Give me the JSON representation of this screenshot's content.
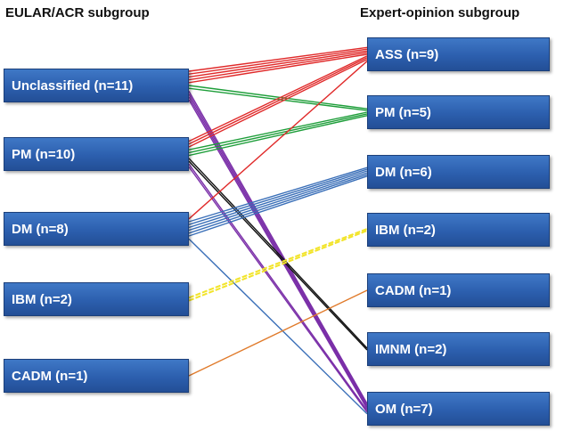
{
  "headings": {
    "left": "EULAR/ACR subgroup",
    "right": "Expert-opinion subgroup"
  },
  "left_groups": [
    {
      "id": "unclassified",
      "label": "Unclassified (n=11)"
    },
    {
      "id": "pm",
      "label": "PM (n=10)"
    },
    {
      "id": "dm",
      "label": "DM (n=8)"
    },
    {
      "id": "ibm",
      "label": "IBM (n=2)"
    },
    {
      "id": "cadm",
      "label": "CADM (n=1)"
    }
  ],
  "right_groups": [
    {
      "id": "ass",
      "label": "ASS (n=9)"
    },
    {
      "id": "pm",
      "label": "PM (n=5)"
    },
    {
      "id": "dm",
      "label": "DM (n=6)"
    },
    {
      "id": "ibm",
      "label": "IBM (n=2)"
    },
    {
      "id": "cadm",
      "label": "CADM (n=1)"
    },
    {
      "id": "imnm",
      "label": "IMNM (n=2)"
    },
    {
      "id": "om",
      "label": "OM (n=7)"
    }
  ],
  "colors": {
    "ass": "#e02a2a",
    "pm": "#1e9e3a",
    "dm": "#3a6fb8",
    "ibm": "#f2e42a",
    "cadm": "#e07a2a",
    "imnm": "#111111",
    "om": "#7a2ea8"
  },
  "flows": [
    {
      "from": "unclassified",
      "to": "ass",
      "count": 5,
      "color_key": "ass"
    },
    {
      "from": "unclassified",
      "to": "pm",
      "count": 2,
      "color_key": "pm"
    },
    {
      "from": "unclassified",
      "to": "om",
      "count": 4,
      "color_key": "om"
    },
    {
      "from": "pm",
      "to": "ass",
      "count": 3,
      "color_key": "ass"
    },
    {
      "from": "pm",
      "to": "pm",
      "count": 3,
      "color_key": "pm"
    },
    {
      "from": "pm",
      "to": "imnm",
      "count": 2,
      "color_key": "imnm"
    },
    {
      "from": "pm",
      "to": "om",
      "count": 2,
      "color_key": "om"
    },
    {
      "from": "dm",
      "to": "ass",
      "count": 1,
      "color_key": "ass"
    },
    {
      "from": "dm",
      "to": "dm",
      "count": 6,
      "color_key": "dm"
    },
    {
      "from": "dm",
      "to": "om",
      "count": 1,
      "color_key": "dm"
    },
    {
      "from": "ibm",
      "to": "ibm",
      "count": 2,
      "color_key": "ibm"
    },
    {
      "from": "cadm",
      "to": "cadm",
      "count": 1,
      "color_key": "cadm"
    }
  ]
}
